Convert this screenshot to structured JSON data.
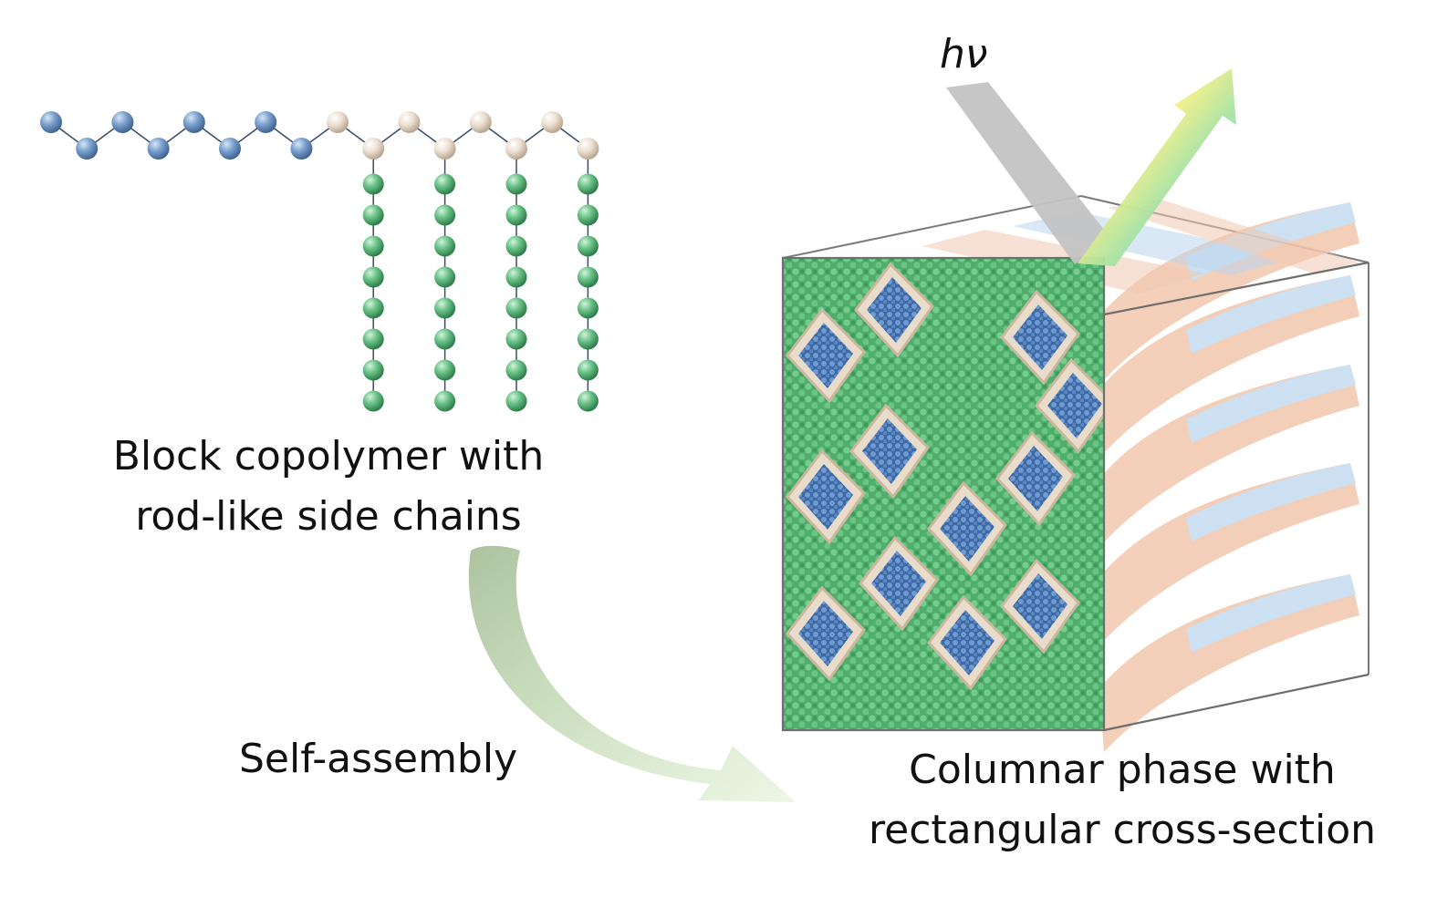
{
  "labels": {
    "polymer_line1": "Block copolymer with",
    "polymer_line2": "rod-like side chains",
    "phase_line1": "Columnar phase with",
    "phase_line2": "rectangular cross-section",
    "process": "Self-assembly",
    "light": "hν"
  },
  "colors": {
    "backbone_bead": "#6e96c8",
    "linker_bead": "#ecdccb",
    "rod_bead": "#5cb97a",
    "core": "#4a78b8",
    "column_orange": "#f0b89a",
    "column_blue": "#b8d4ee",
    "arrow_green": "#9ebf8e",
    "incident_beam": "#c8c8c8"
  },
  "diagram": {
    "backbone_beads": 8,
    "side_chains": 4,
    "beads_per_side_chain": 8
  }
}
